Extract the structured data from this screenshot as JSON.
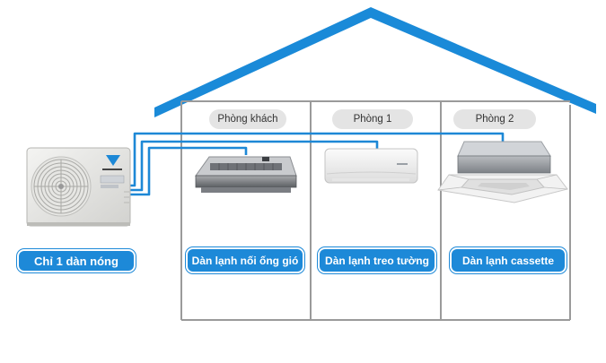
{
  "colors": {
    "roof": "#1a8ad8",
    "pipe": "#1d88d6",
    "label_bg": "#1d89d8",
    "label_border": "#ffffff",
    "wall": "#9a9a9a",
    "room_tag_bg": "#e4e4e4"
  },
  "outdoor_unit": {
    "label": "Chỉ 1 dàn nóng",
    "icon": "outdoor-condenser-unit"
  },
  "rooms": [
    {
      "tag": "Phòng khách",
      "unit_label": "Dàn lạnh nối ống gió",
      "unit_icon": "ducted-indoor-unit"
    },
    {
      "tag": "Phòng 1",
      "unit_label": "Dàn lạnh treo tường",
      "unit_icon": "wall-mounted-indoor-unit"
    },
    {
      "tag": "Phòng 2",
      "unit_label": "Dàn lạnh cassette",
      "unit_icon": "cassette-indoor-unit"
    }
  ]
}
